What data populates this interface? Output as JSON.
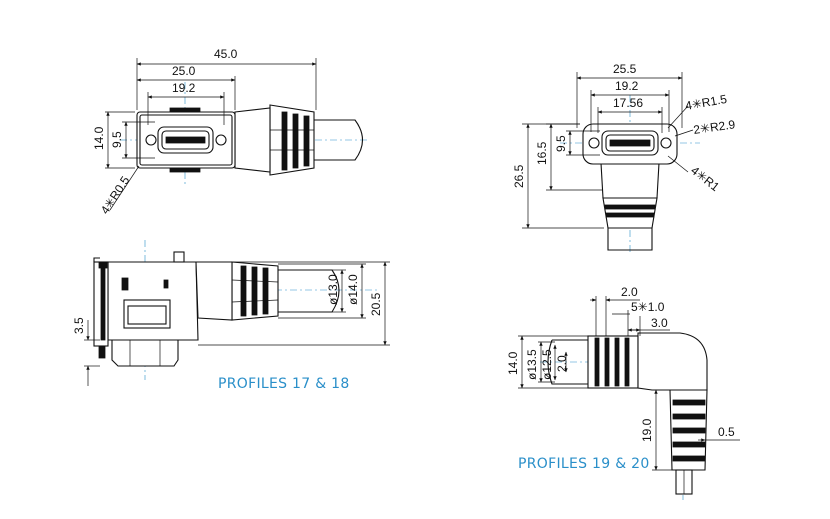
{
  "top_left": {
    "dims": {
      "overall": "45.0",
      "body": "25.0",
      "opening": "19.2",
      "height": "14.0",
      "inner_height": "9.5",
      "radius": "4✳R0.5"
    }
  },
  "top_right": {
    "dims": {
      "width": "25.5",
      "opening": "19.2",
      "inner": "17.56",
      "r_top": "4✳R1.5",
      "r_mid": "2✳R2.9",
      "r_bot": "4✳R1",
      "height_total": "26.5",
      "height_body": "16.5",
      "inner_height": "9.5"
    }
  },
  "side_left": {
    "dims": {
      "d1": "ø13.0",
      "d2": "ø14.0",
      "height": "20.5",
      "pin": "3.5"
    },
    "caption": "PROFILES  17 & 18"
  },
  "side_right": {
    "dims": {
      "a": "2.0",
      "b": "5✳1.0",
      "c": "3.0",
      "height": "14.0",
      "d1": "ø13.5",
      "d2": "ø12.5",
      "e": "2.0",
      "len": "19.0",
      "gap": "0.5"
    },
    "caption": "PROFILES  19 & 20"
  }
}
